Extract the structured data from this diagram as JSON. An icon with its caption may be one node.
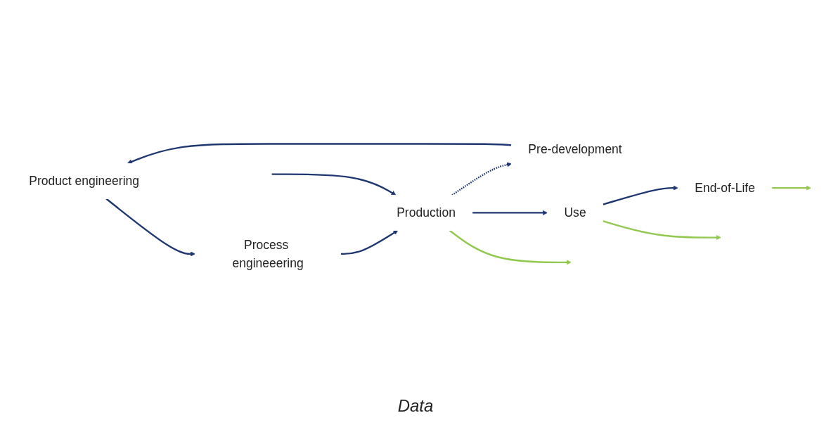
{
  "diagram": {
    "nodes": [
      {
        "text": [
          "Product engineering"
        ]
      },
      {
        "text": [
          "Process engineeering"
        ]
      },
      {
        "text": [
          "Pre-development"
        ]
      },
      {
        "text": [
          "Production"
        ]
      },
      {
        "text": [
          "Use"
        ]
      },
      {
        "text": [
          "End-of-Life"
        ]
      }
    ],
    "edges": [
      {
        "from": 0,
        "to": 1,
        "arrow": "to"
      },
      {
        "from": 1,
        "to": 3,
        "arrow": "to"
      },
      {
        "from": 3,
        "to": 2,
        "arrow": "to",
        "style": "dashed"
      },
      {
        "from": 2,
        "to": 0,
        "arrow": "to"
      },
      {
        "from": null,
        "to": 3,
        "arrow": "to"
      },
      {
        "from": 3,
        "to": 4,
        "arrow": "to"
      },
      {
        "from": 4,
        "to": 5,
        "arrow": "to"
      },
      {
        "from": 3,
        "to": null,
        "arrow": "to",
        "color": "#92c850"
      },
      {
        "from": 4,
        "to": null,
        "arrow": "to",
        "color": "#92c850"
      },
      {
        "from": 5,
        "to": null,
        "arrow": "to",
        "color": "#92c850"
      }
    ],
    "labels": [
      "Data"
    ]
  }
}
